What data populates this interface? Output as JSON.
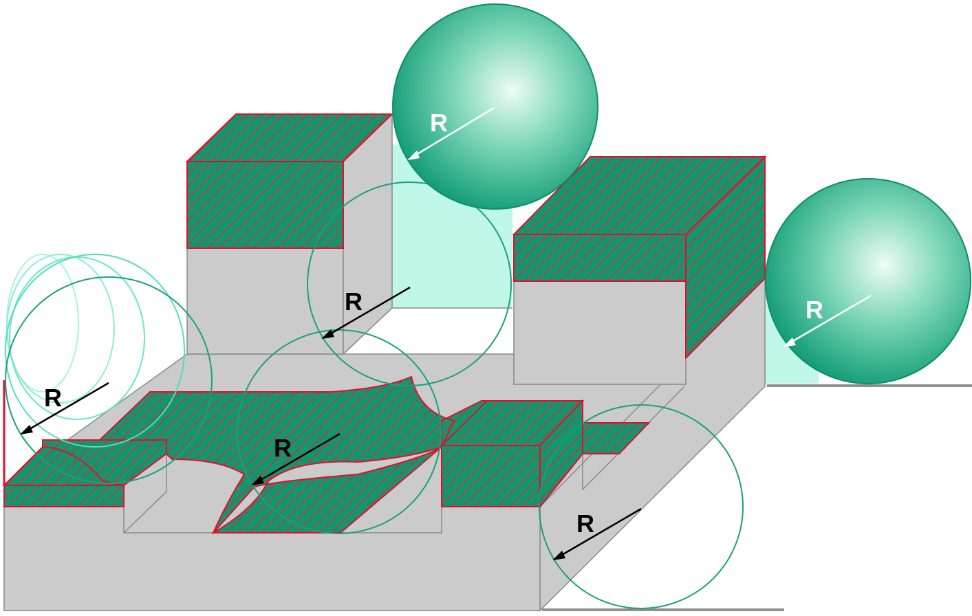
{
  "colors": {
    "gray_face": "#cbcbcb",
    "gray_edge": "#8a8a8a",
    "hatch_bg": "#14956d",
    "hatch_line": "#c8323c",
    "outline": "#e0102a",
    "sphere_dark": "#13a07a",
    "sphere_light": "#e9fbf4",
    "sweep_fill": "#bff8e8",
    "circle_stroke": "#1aa07a",
    "ghost_stroke": "#5fe3c0",
    "arrow_dark": "#000000",
    "arrow_light": "#ffffff",
    "ground": "#8f8f8f"
  },
  "labels": {
    "r_sphere_top": "R",
    "r_sphere_right": "R",
    "r_circle_mid": "R",
    "r_circle_left": "R",
    "r_circle_center": "R",
    "r_circle_bottom": "R"
  }
}
